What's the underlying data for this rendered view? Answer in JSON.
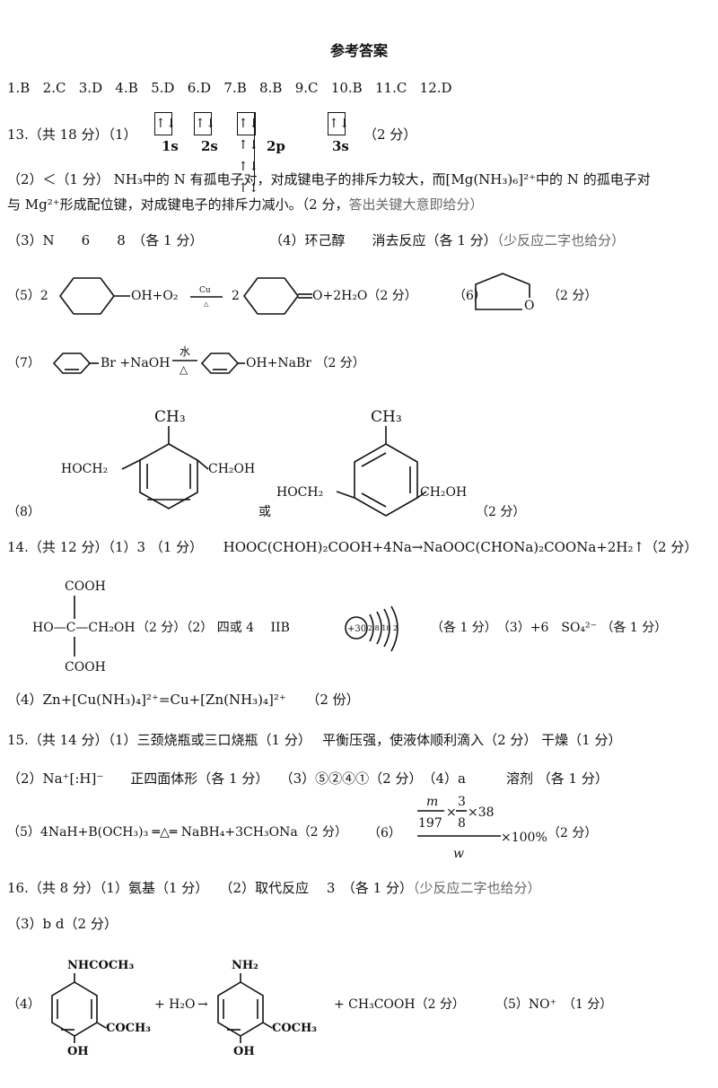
{
  "title": "参考答案",
  "mc_answers": [
    "1.B",
    "2.C",
    "3.D",
    "4.B",
    "5.D",
    "6.D",
    "7.B",
    "8.B",
    "9.C",
    "10.B",
    "11.C",
    "12.D"
  ],
  "q13": {
    "head": "13.（共 18 分）（1）",
    "orbital_arrows": "↑↓",
    "orbital_labels": [
      "1s",
      "2s",
      "2p",
      "3s"
    ],
    "score1": "（2 分）",
    "p2_line1": "（2）＜（1 分） NH₃中的 N 有孤电子对，对成键电子的排斥力较大，而[Mg(NH₃)₆]²⁺中的 N 的孤电子对",
    "p2_line2": "与 Mg²⁺形成配位键，对成键电子的排斥力减小。（2 分，",
    "p2_note": "答出关键大意即给分）",
    "p3": "（3）N　　6　　8　（各 1 分）",
    "p4": "（4）环己醇　　消去反应（各 1 分）",
    "p4_note": "（少反应二字也给分）",
    "p5_label": "（5）2",
    "p5_oh": "OH+O₂",
    "p5_cond_top": "Cu",
    "p5_cond_bottom": "△",
    "p5_coef": "2",
    "p5_product": "O+2H₂O（2 分）",
    "p6_label": "（6）",
    "p6_o": "O",
    "p6_score": "（2 分）",
    "p7_label": "（7）",
    "p7_br": "Br +NaOH",
    "p7_cond_top": "水",
    "p7_cond_bottom": "△",
    "p7_product": "OH+NaBr （2 分）",
    "p8_label": "（8）",
    "p8_ch3": "CH₃",
    "p8_hoch2": "HOCH₂",
    "p8_ch2oh": "CH₂OH",
    "p8_or": "或",
    "p8_score": "（2 分）"
  },
  "q14": {
    "line1": "14.（共 12 分）（1）3 （1 分）　　HOOC(CHOH)₂COOH+4Na→NaOOC(CHONa)₂COONa+2H₂↑（2 分）",
    "cooh": "COOH",
    "ho": "HO—C—CH₂OH",
    "line2": "（2 分）（2） 四或 4　 IIB",
    "nucleus": "+30",
    "shells": "2 8 18 2",
    "line2b": "（各 1 分）　（3）+6　SO₄²⁻ （各 1 分）",
    "line3": "（4）Zn+[Cu(NH₃)₄]²⁺=Cu+[Zn(NH₃)₄]²⁺　　（2 份）"
  },
  "q15": {
    "line1": "15.（共 14 分）（1）三颈烧瓶或三口烧瓶（1 分）　 平衡压强，使液体顺利滴入（2 分） 干燥（1 分）",
    "p2": "（2）Na⁺[:H]⁻　　正四面体形（各 1 分）　 （3）⑤②④①（2 分）　（4）a　　　溶剂 （各 1 分）",
    "p5": "（5）4NaH+B(OCH₃)₃ ═△═ NaBH₄+3CH₃ONa（2 分）",
    "p6_label": "（6）",
    "p6_m": "m",
    "p6_197": "197",
    "p6_3": "3",
    "p6_8": "8",
    "p6_x38": "×38",
    "p6_times": "×",
    "p6_w": "w",
    "p6_pct": "×100%",
    "p6_score": "（2 分）"
  },
  "q16": {
    "line1": "16.（共 8 分）（1）氨基（1 分）　 （2）取代反应　 3　（各 1 分）",
    "line1_note": "（少反应二字也给分）",
    "p3": "（3）b d（2 分）",
    "p4_label": "（4）",
    "nhcoch3": "NHCOCH₃",
    "coch3": "COCH₃",
    "oh": "OH",
    "plus_h2o": "+ H₂O",
    "arrow": "→",
    "nh2": "NH₂",
    "product": "+ CH₃COOH（2 分）",
    "p5": "（5）NO⁺　（1 分）"
  }
}
